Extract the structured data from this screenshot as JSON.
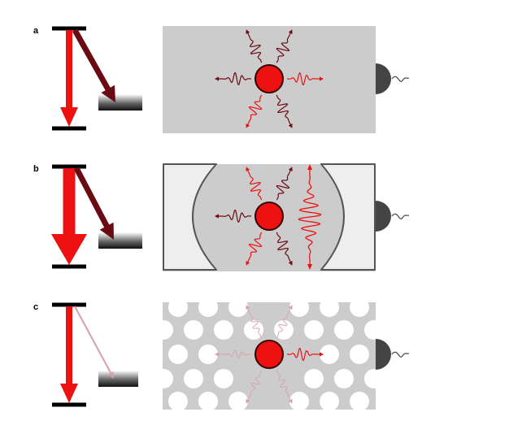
{
  "panels": [
    {
      "label": "a",
      "variant": "free-space",
      "emission_strength": "normal"
    },
    {
      "label": "b",
      "variant": "cavity",
      "emission_strength": "enhanced"
    },
    {
      "label": "c",
      "variant": "photonic-crystal",
      "emission_strength": "suppressed"
    }
  ],
  "colors": {
    "emitter": "#ee1111",
    "emitter_outline": "#330000",
    "radiative_arrow": "#ee1111",
    "nonradiative_arrow": "#6a0a12",
    "suppressed_arrow": "#d8a0a8",
    "medium": "#cccccc",
    "mirror_fill": "#eeeeee",
    "mirror_edge": "#555555",
    "detector": "#444444",
    "level": "#000000",
    "hole": "#ffffff"
  },
  "icons": {
    "detector": "detector-icon",
    "emitter": "emitter-icon",
    "wave_packet": "wave-packet-icon"
  }
}
